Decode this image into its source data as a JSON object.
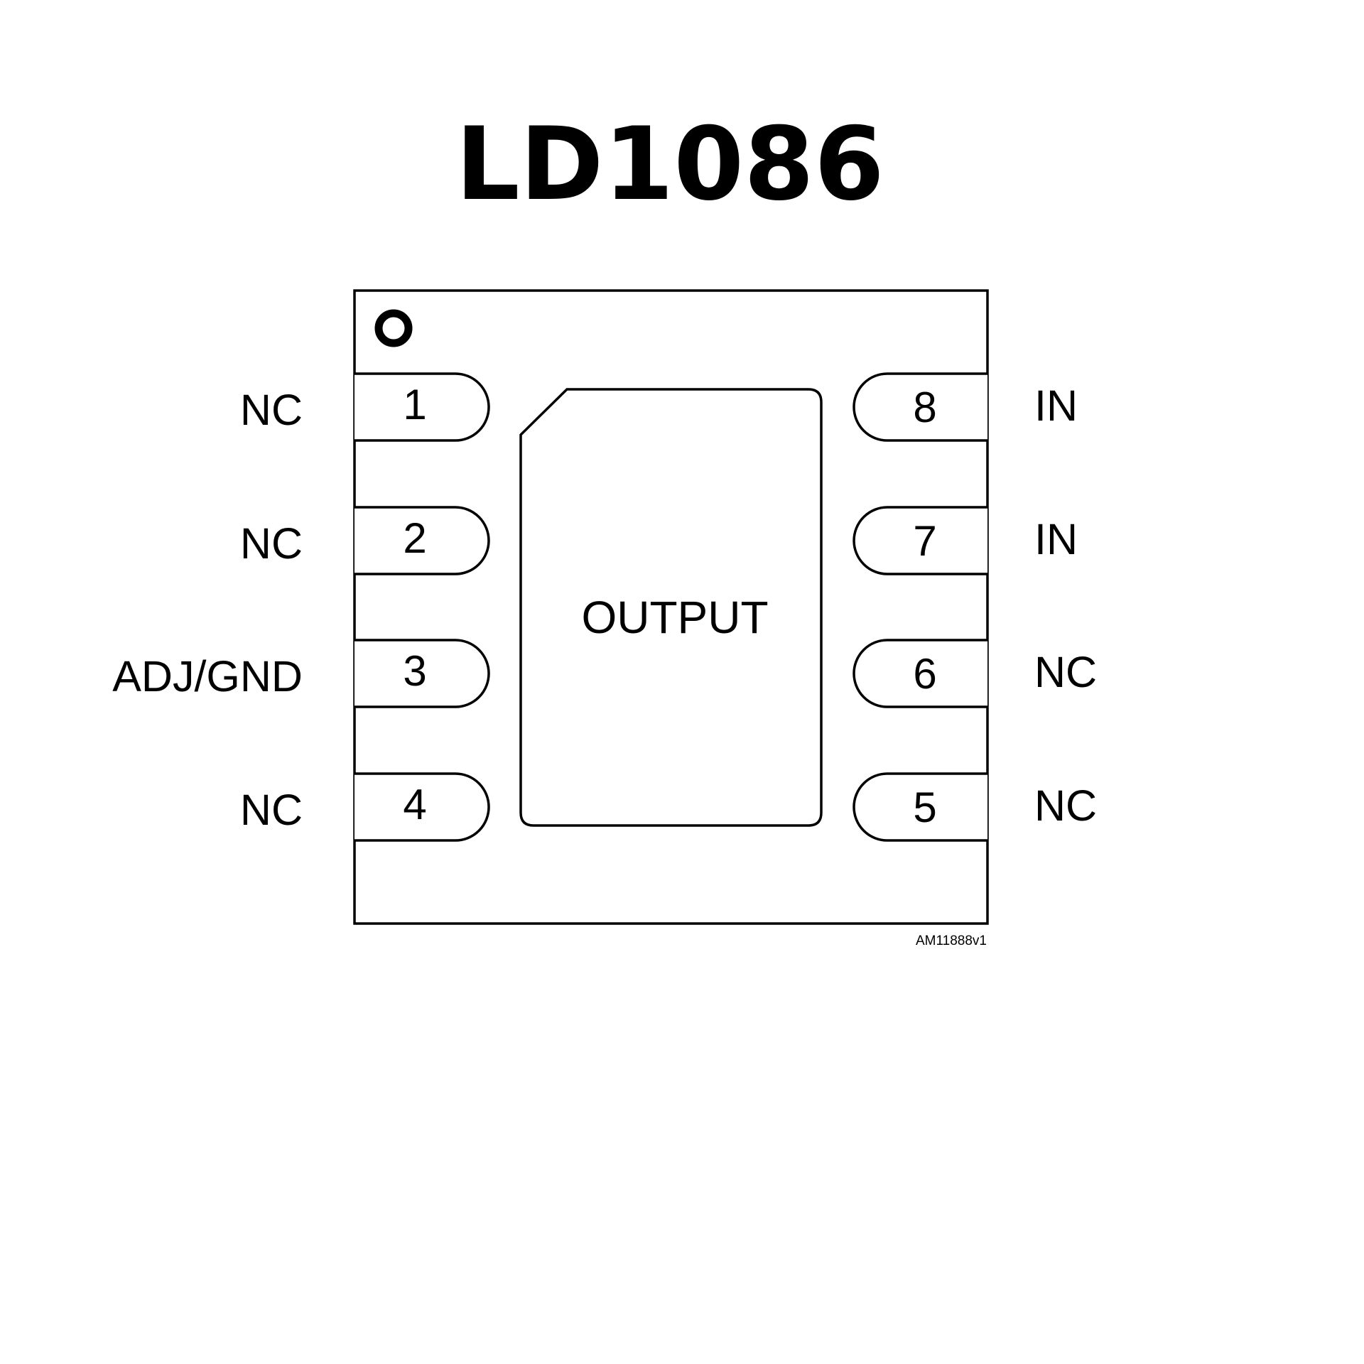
{
  "title": "LD1086",
  "package": {
    "exposed_pad_label": "OUTPUT",
    "drawing_code": "AM11888v1",
    "pin1_marker_icon": "pin1-dot-icon"
  },
  "pins_left": [
    {
      "number": "1",
      "name": "NC"
    },
    {
      "number": "2",
      "name": "NC"
    },
    {
      "number": "3",
      "name": "ADJ/GND"
    },
    {
      "number": "4",
      "name": "NC"
    }
  ],
  "pins_right": [
    {
      "number": "8",
      "name": "IN"
    },
    {
      "number": "7",
      "name": "IN"
    },
    {
      "number": "6",
      "name": "NC"
    },
    {
      "number": "5",
      "name": "NC"
    }
  ],
  "colors": {
    "line": "#000000",
    "background": "#ffffff"
  }
}
